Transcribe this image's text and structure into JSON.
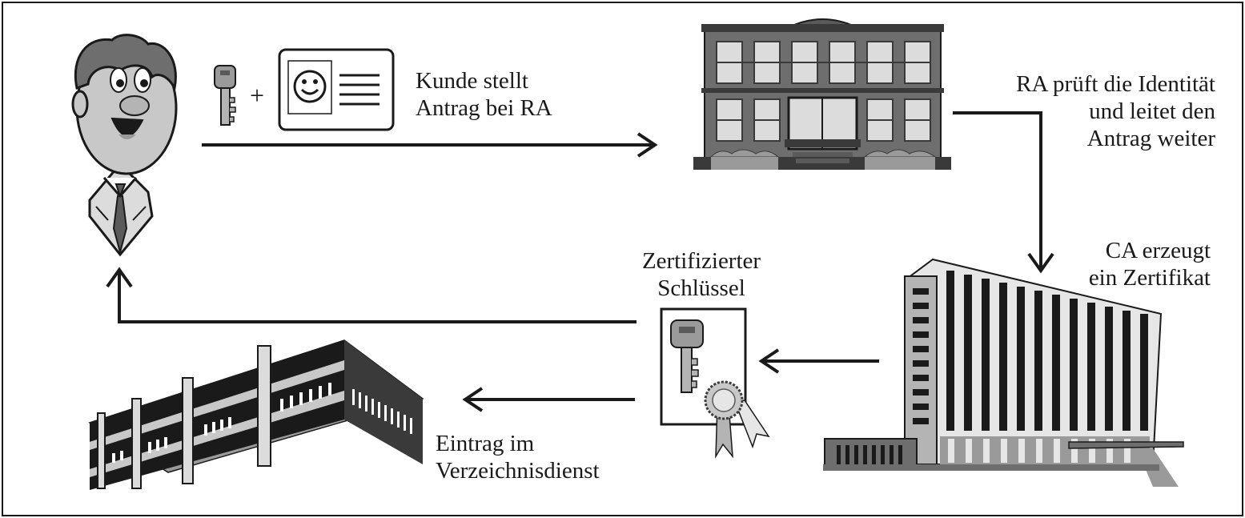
{
  "diagram": {
    "step_customer_request": "Kunde stellt\nAntrag bei RA",
    "step_ra_check": "RA prüft die  Identität\nund leitet den\nAntrag weiter",
    "step_ca_create": "CA erzeugt\nein Zertifikat",
    "certified_key": "Zertifizierter\nSchlüssel",
    "step_directory": "Eintrag im\nVerzeichnisdienst",
    "plus_sign": "+"
  },
  "icons": [
    "person-icon",
    "key-icon",
    "id-card-icon",
    "ra-building-icon",
    "ca-building-icon",
    "certificate-icon",
    "directory-building-icon"
  ]
}
